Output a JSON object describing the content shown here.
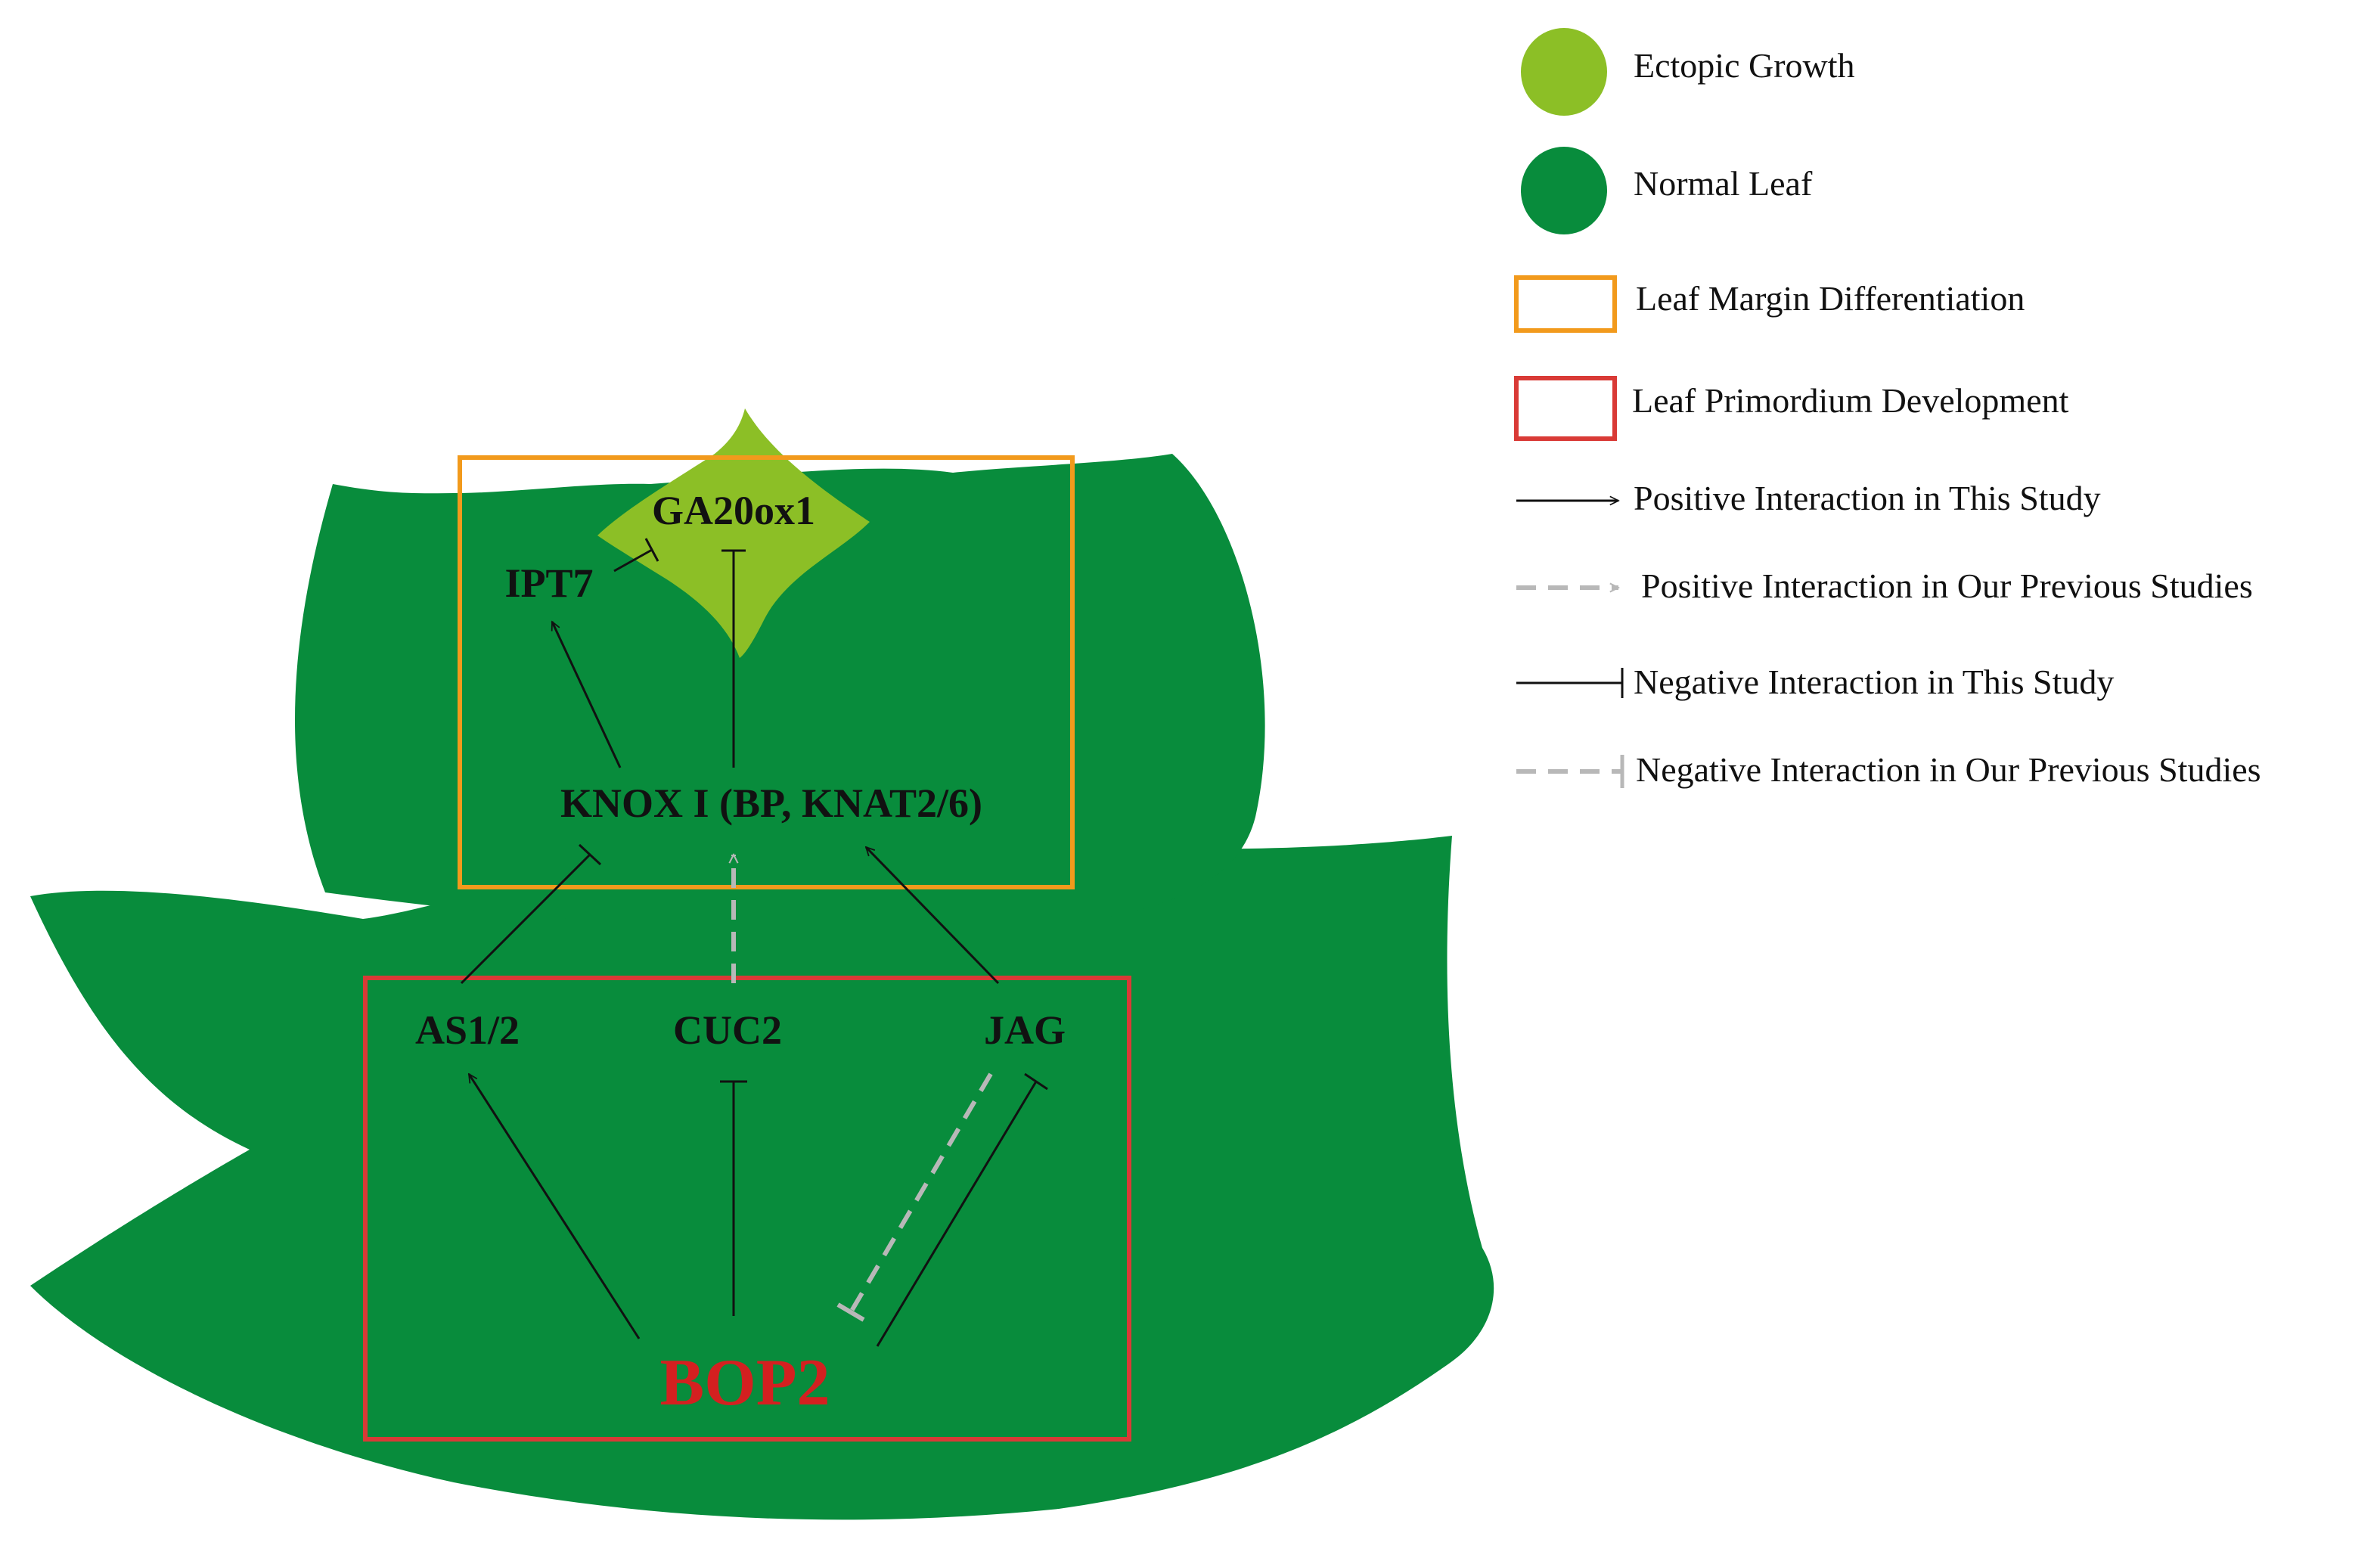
{
  "colors": {
    "normal_leaf": "#088c3c",
    "ectopic_growth": "#8cbf26",
    "margin_box": "#f29a1c",
    "primordium_box": "#d93a36",
    "positive_line": "#111111",
    "previous_line": "#b8b8b8",
    "bop2_text": "#d42020"
  },
  "nodes": {
    "ga20ox1": "GA20ox1",
    "ipt7": "IPT7",
    "knox": "KNOX I (BP, KNAT2/6)",
    "as12": "AS1/2",
    "cuc2": "CUC2",
    "jag": "JAG",
    "bop2": "BOP2"
  },
  "legend": {
    "ectopic_growth": "Ectopic Growth",
    "normal_leaf": "Normal Leaf",
    "margin_diff": "Leaf Margin Differentiation",
    "primordium_dev": "Leaf Primordium Development",
    "pos_this": "Positive Interaction in This Study",
    "pos_prev": "Positive Interaction in Our Previous Studies",
    "neg_this": "Negative Interaction in This Study",
    "neg_prev": "Negative Interaction in Our Previous Studies"
  }
}
